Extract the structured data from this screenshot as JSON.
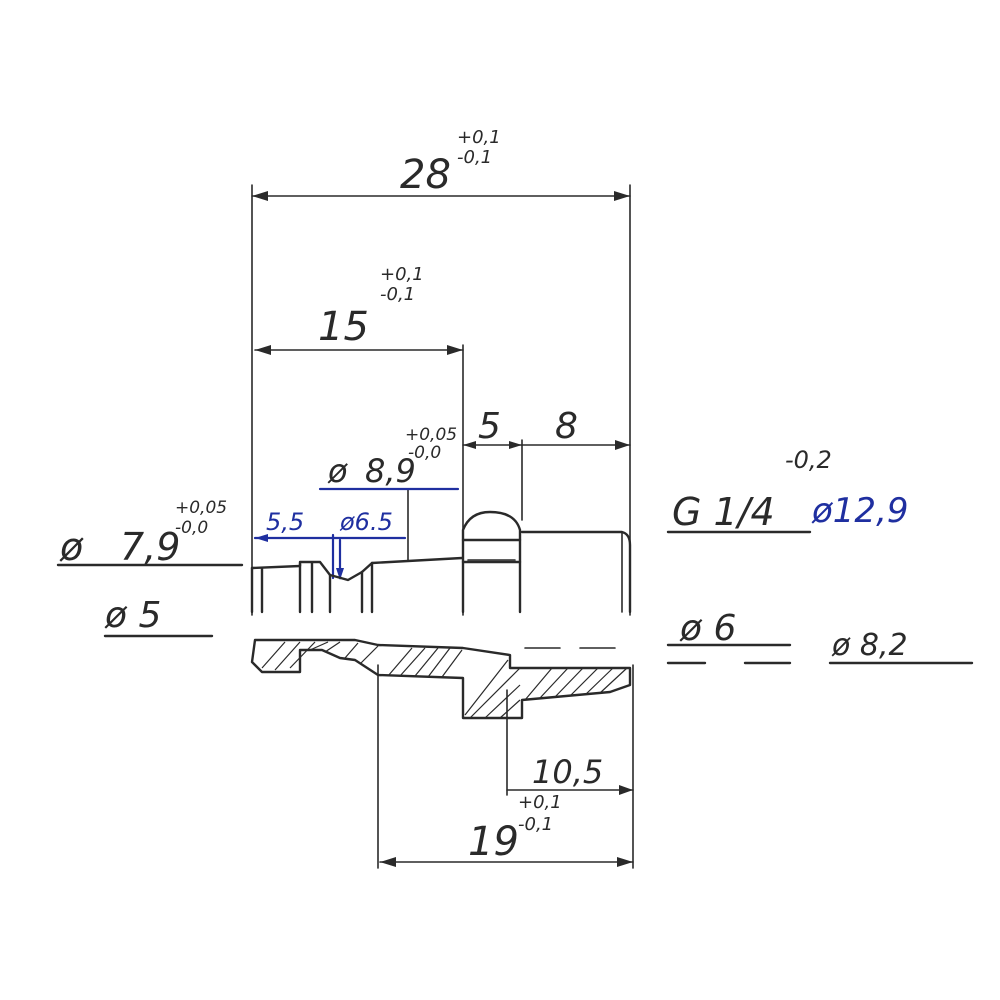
{
  "colors": {
    "ink": "#2a2a2a",
    "blue_ink": "#1f2fa0",
    "paper": "#ffffff"
  },
  "dims": {
    "total_length": {
      "value": "28",
      "tol_upper": "+0,1",
      "tol_lower": "-0,1"
    },
    "left_length": {
      "value": "15",
      "tol_upper": "+0,1",
      "tol_lower": "-0,1"
    },
    "hex_width": "5",
    "thread_length": "8",
    "right_length": {
      "value": "19",
      "tol_upper": "+0,1",
      "tol_lower": "-0,1"
    },
    "bore_depth": "10,5",
    "groove_pos": "5,5"
  },
  "diameters": {
    "d79": {
      "prefix": "ø",
      "value": "7,9",
      "tol_upper": "+0,05",
      "tol_lower": "-0,0"
    },
    "d89": {
      "prefix": "ø",
      "value": "8,9",
      "tol_upper": "+0,05",
      "tol_lower": "-0,0"
    },
    "d65": "ø6.5",
    "d5": "ø 5",
    "d6": "ø 6",
    "d82": "ø 8,2",
    "thread": {
      "label": "G 1/4",
      "tol": "-0,2"
    },
    "d129": "ø12,9"
  }
}
